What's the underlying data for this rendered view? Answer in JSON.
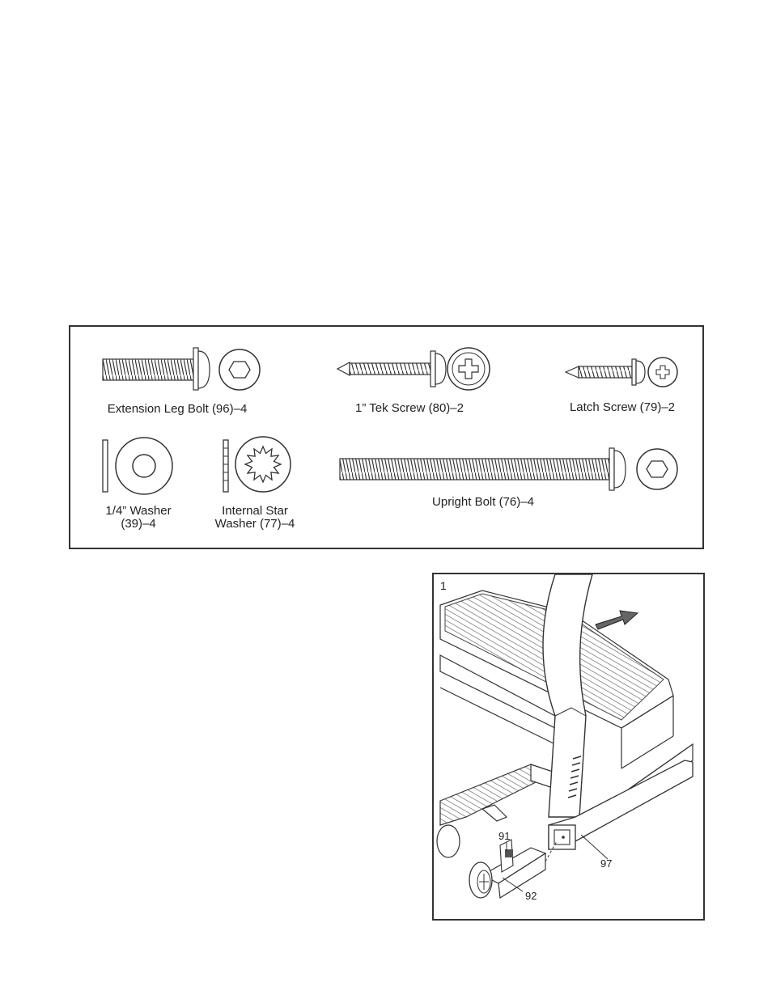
{
  "hardware_key": {
    "parts": [
      {
        "name": "Extension Leg Bolt (96)–4",
        "icon": "hex-bolt-icon"
      },
      {
        "name": "1” Tek Screw (80)–2",
        "icon": "phillips-screw-icon"
      },
      {
        "name": "Latch Screw (79)–2",
        "icon": "phillips-screw-icon"
      },
      {
        "name_line1": "1/4” Washer",
        "name_line2": "(39)–4",
        "icon": "washer-icon"
      },
      {
        "name_line1": "Internal Star",
        "name_line2": "Washer (77)–4",
        "icon": "star-washer-icon"
      },
      {
        "name": "Upright Bolt (76)–4",
        "icon": "hex-bolt-icon"
      }
    ]
  },
  "figure": {
    "number": "1",
    "callouts": [
      "91",
      "92",
      "97"
    ]
  }
}
